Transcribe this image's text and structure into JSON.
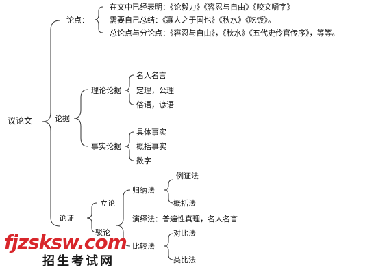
{
  "root": "议论文",
  "lundian": {
    "label": "论点：",
    "lines": [
      "在文中已经表明：《论毅力》《容忍与自由》《咬文嚼字》",
      "需要自己总结：《寡人之于国也》《秋水》《吃饭》。",
      "总论点与分论点：《容忍与自由》，《秋水》《五代史伶官传序》，等等。"
    ]
  },
  "lunju": {
    "label": "论据",
    "theory": {
      "label": "理论论据",
      "items": [
        "名人名言",
        "定理，公理",
        "俗语，谚语"
      ]
    },
    "fact": {
      "label": "事实论据",
      "items": [
        "具体事实",
        "概括事实",
        "数字"
      ]
    }
  },
  "lunzheng": {
    "label": "论证",
    "lilun": "立论",
    "bolun": "驳论",
    "guina": {
      "label": "归纳法",
      "items": [
        "例证法",
        "概括法"
      ]
    },
    "yanyi": "演绎法：普遍性真理，名人名言",
    "bijiao": {
      "label": "比较法",
      "items": [
        "对比法",
        "类比法"
      ]
    }
  },
  "watermark": {
    "line1": "fjzsksw.com",
    "line2": "招生考试网"
  }
}
